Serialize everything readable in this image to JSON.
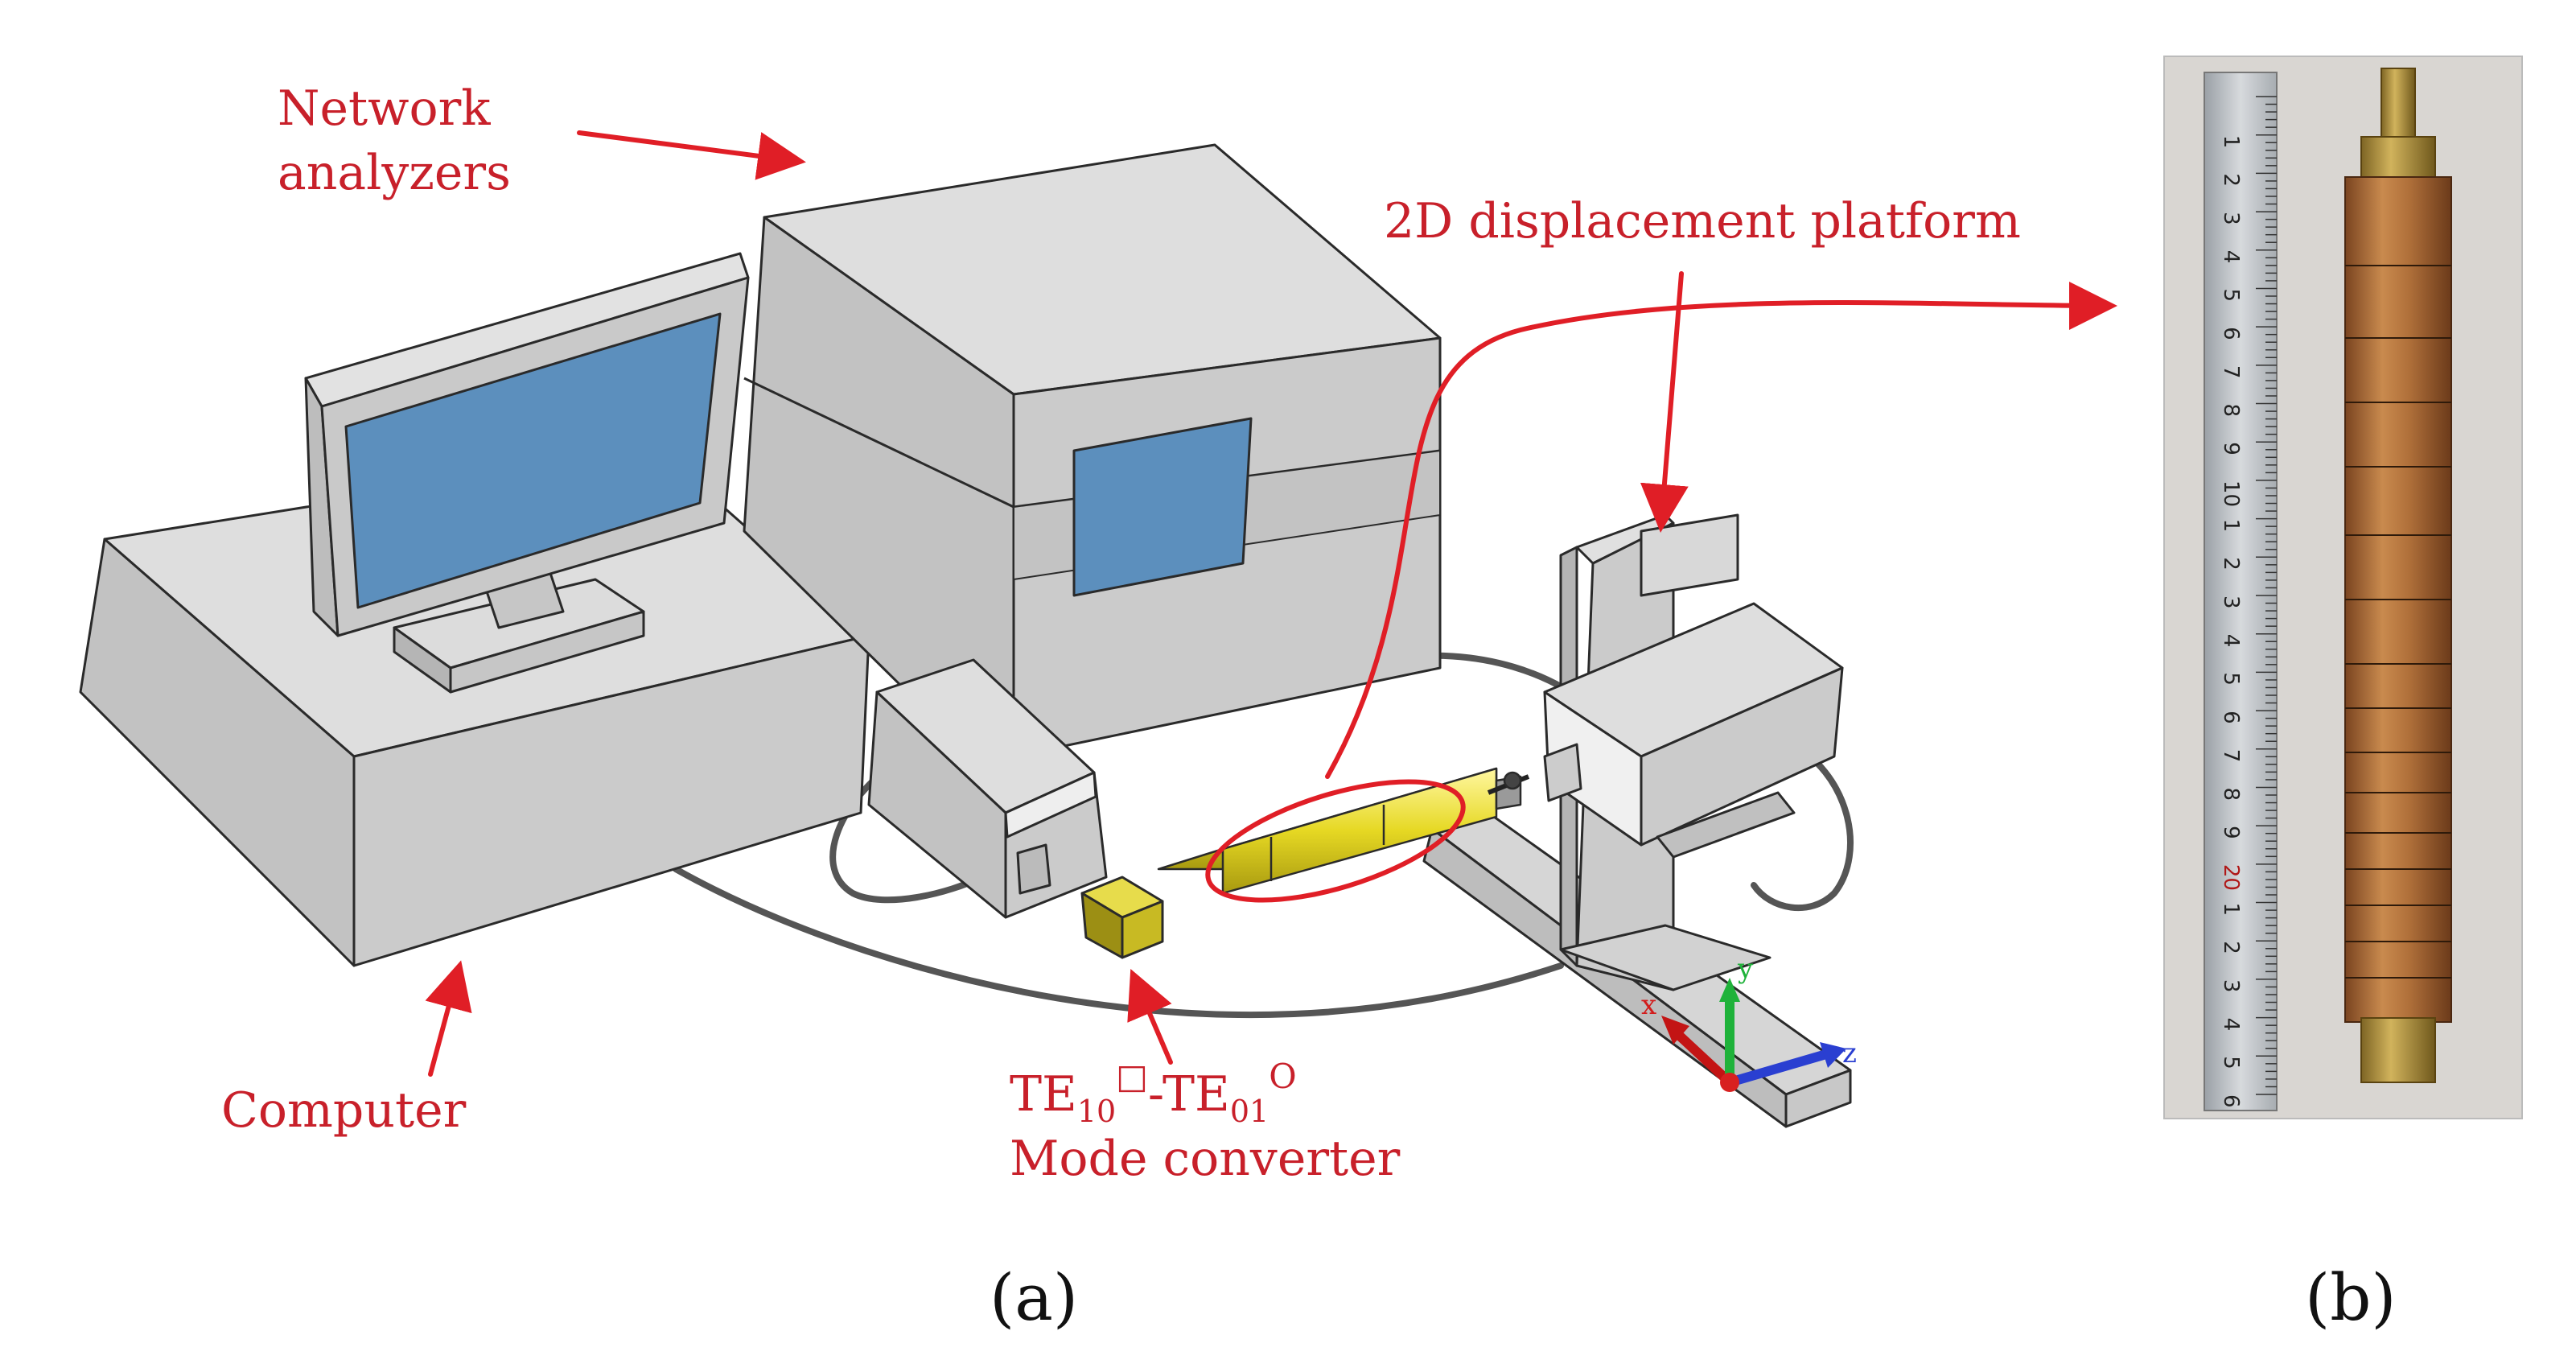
{
  "labels": {
    "network_line1": "Network",
    "network_line2": "analyzers",
    "platform": "2D displacement platform",
    "computer": "Computer",
    "mode_te": "TE",
    "mode_sub1": "10",
    "mode_sym1": "□",
    "mode_dash": "-TE",
    "mode_sub2": "01",
    "mode_sym2": "O",
    "mode_line2": "Mode converter"
  },
  "axes": {
    "x": "x",
    "y": "y",
    "z": "z"
  },
  "ruler": {
    "ticks_top": [
      "1",
      "2",
      "3",
      "4",
      "5",
      "6",
      "7",
      "8",
      "9",
      "10"
    ],
    "ticks_bottom": [
      "1",
      "2",
      "3",
      "4",
      "5",
      "6",
      "7",
      "8",
      "9",
      "20",
      "1",
      "2",
      "3",
      "4",
      "5",
      "6"
    ]
  },
  "captions": {
    "a": "(a)",
    "b": "(b)"
  },
  "colors": {
    "annotation": "#c8202a",
    "arrow": "#e01e26",
    "body": "#c9c9c9",
    "body_light": "#dcdcdc",
    "body_dark": "#b0b0b0",
    "screen": "#5c8fbd",
    "yellow": "#e8de2a",
    "copper": "#b5733a",
    "brass": "#b99744",
    "cable": "#555555",
    "outline": "#2a2a2a"
  }
}
